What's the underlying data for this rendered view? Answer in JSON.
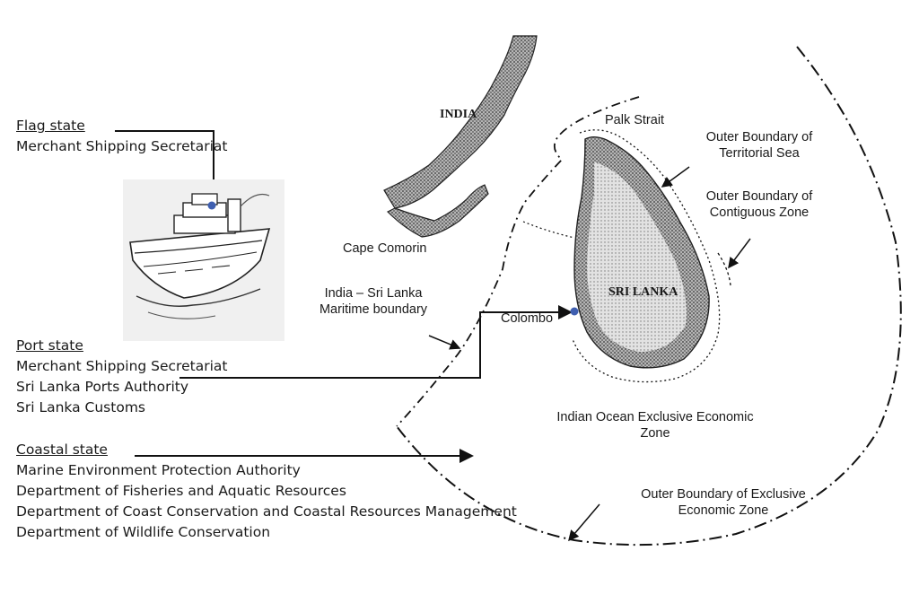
{
  "flag_state": {
    "heading": "Flag state",
    "agencies": [
      "Merchant Shipping Secretariat"
    ]
  },
  "port_state": {
    "heading": "Port state",
    "agencies": [
      "Merchant Shipping Secretariat",
      "Sri Lanka Ports Authority",
      "Sri Lanka Customs"
    ]
  },
  "coastal_state": {
    "heading": "Coastal state",
    "agencies": [
      "Marine Environment Protection Authority",
      "Department of Fisheries and Aquatic Resources",
      "Department of Coast Conservation and Coastal Resources Management",
      "Department of Wildlife Conservation"
    ]
  },
  "map": {
    "india": "INDIA",
    "sri_lanka": "SRI LANKA",
    "palk_strait": "Palk Strait",
    "cape_comorin": "Cape Comorin",
    "colombo": "Colombo",
    "maritime_boundary": [
      "India – Sri Lanka",
      "Maritime boundary"
    ],
    "territorial_sea": [
      "Outer Boundary of",
      "Territorial Sea"
    ],
    "contiguous_zone": [
      "Outer Boundary of",
      "Contiguous Zone"
    ],
    "eez": [
      "Indian Ocean Exclusive Economic",
      "Zone"
    ],
    "eez_boundary": [
      "Outer Boundary of Exclusive",
      "Economic Zone"
    ]
  },
  "colors": {
    "marker": "#3f5fb0",
    "line": "#111111",
    "land_fill": "#8a8a8a"
  }
}
